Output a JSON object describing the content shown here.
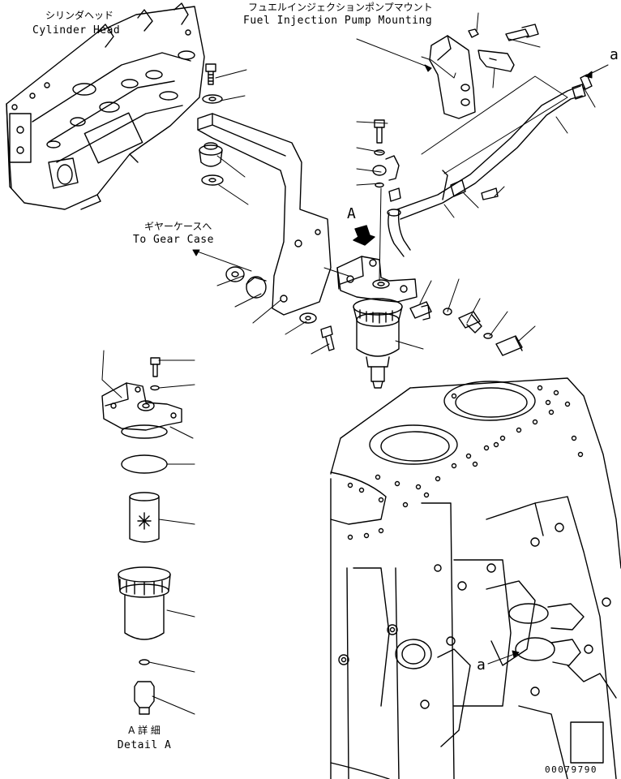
{
  "labels": {
    "cylinder_head_jp": "シリンダヘッド",
    "cylinder_head_en": "Cylinder Head",
    "pump_mount_jp": "フュエルインジェクションポンプマウント",
    "pump_mount_en": "Fuel Injection Pump Mounting",
    "gear_case_jp": "ギヤーケースへ",
    "gear_case_en": "To Gear Case",
    "detail_jp": "A 詳 細",
    "detail_en": "Detail A",
    "view_a": "A",
    "connection_a_top": "a",
    "connection_a_bottom": "a",
    "drawing_number": "00079790"
  },
  "colors": {
    "line": "#000000",
    "background": "#ffffff"
  }
}
